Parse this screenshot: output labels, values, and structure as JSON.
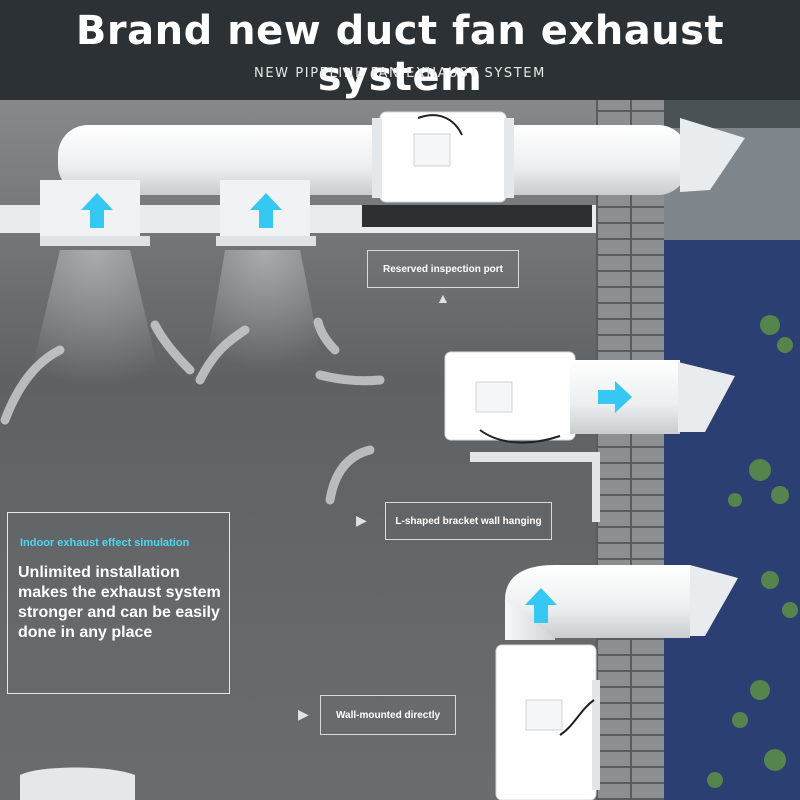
{
  "header": {
    "title": "Brand new duct fan exhaust system",
    "subtitle": "NEW PIPELINE FAN EXHAUST SYSTEM"
  },
  "callouts": {
    "inspection_port": "Reserved inspection port",
    "bracket": "L-shaped bracket wall hanging",
    "wall_mounted": "Wall-mounted directly"
  },
  "info": {
    "heading": "Indoor exhaust effect simulation",
    "body": "Unlimited installation makes the exhaust system stronger and can be easily done in any place"
  },
  "colors": {
    "accent": "#35c8f2",
    "header_bg": "#2b3134",
    "duct": "#f2f4f5"
  },
  "icons": [
    "up-arrow-icon",
    "right-arrow-icon",
    "triangle-pointer-icon"
  ]
}
